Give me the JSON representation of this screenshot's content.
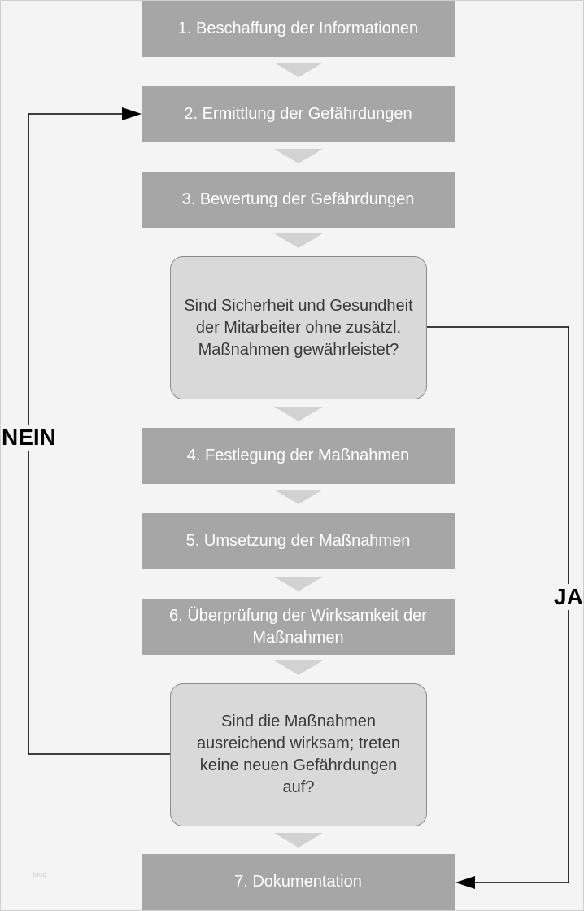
{
  "steps": {
    "s1": "1. Beschaffung der Informationen",
    "s2": "2. Ermittlung der Gefährdungen",
    "s3": "3. Bewertung der Gefährdungen",
    "s4": "4. Festlegung der Maßnahmen",
    "s5": "5. Umsetzung der Maßnahmen",
    "s6": "6. Überprüfung der Wirksamkeit der Maßnahmen",
    "s7": "7. Dokumentation"
  },
  "decisions": {
    "d1": "Sind Sicherheit und Gesundheit der Mitarbeiter ohne zusätzl. Maßnahmen gewährleistet?",
    "d2": "Sind die Maßnahmen ausreichend wirksam; treten keine neuen Gefährdungen auf?"
  },
  "labels": {
    "no": "NEIN",
    "yes": "JA"
  },
  "watermark": "blog",
  "colors": {
    "step_fill": "#a6a6a6",
    "decision_fill": "#d9d9d9",
    "chevron_fill": "#d2d2d2",
    "background": "#f4f4f4"
  }
}
